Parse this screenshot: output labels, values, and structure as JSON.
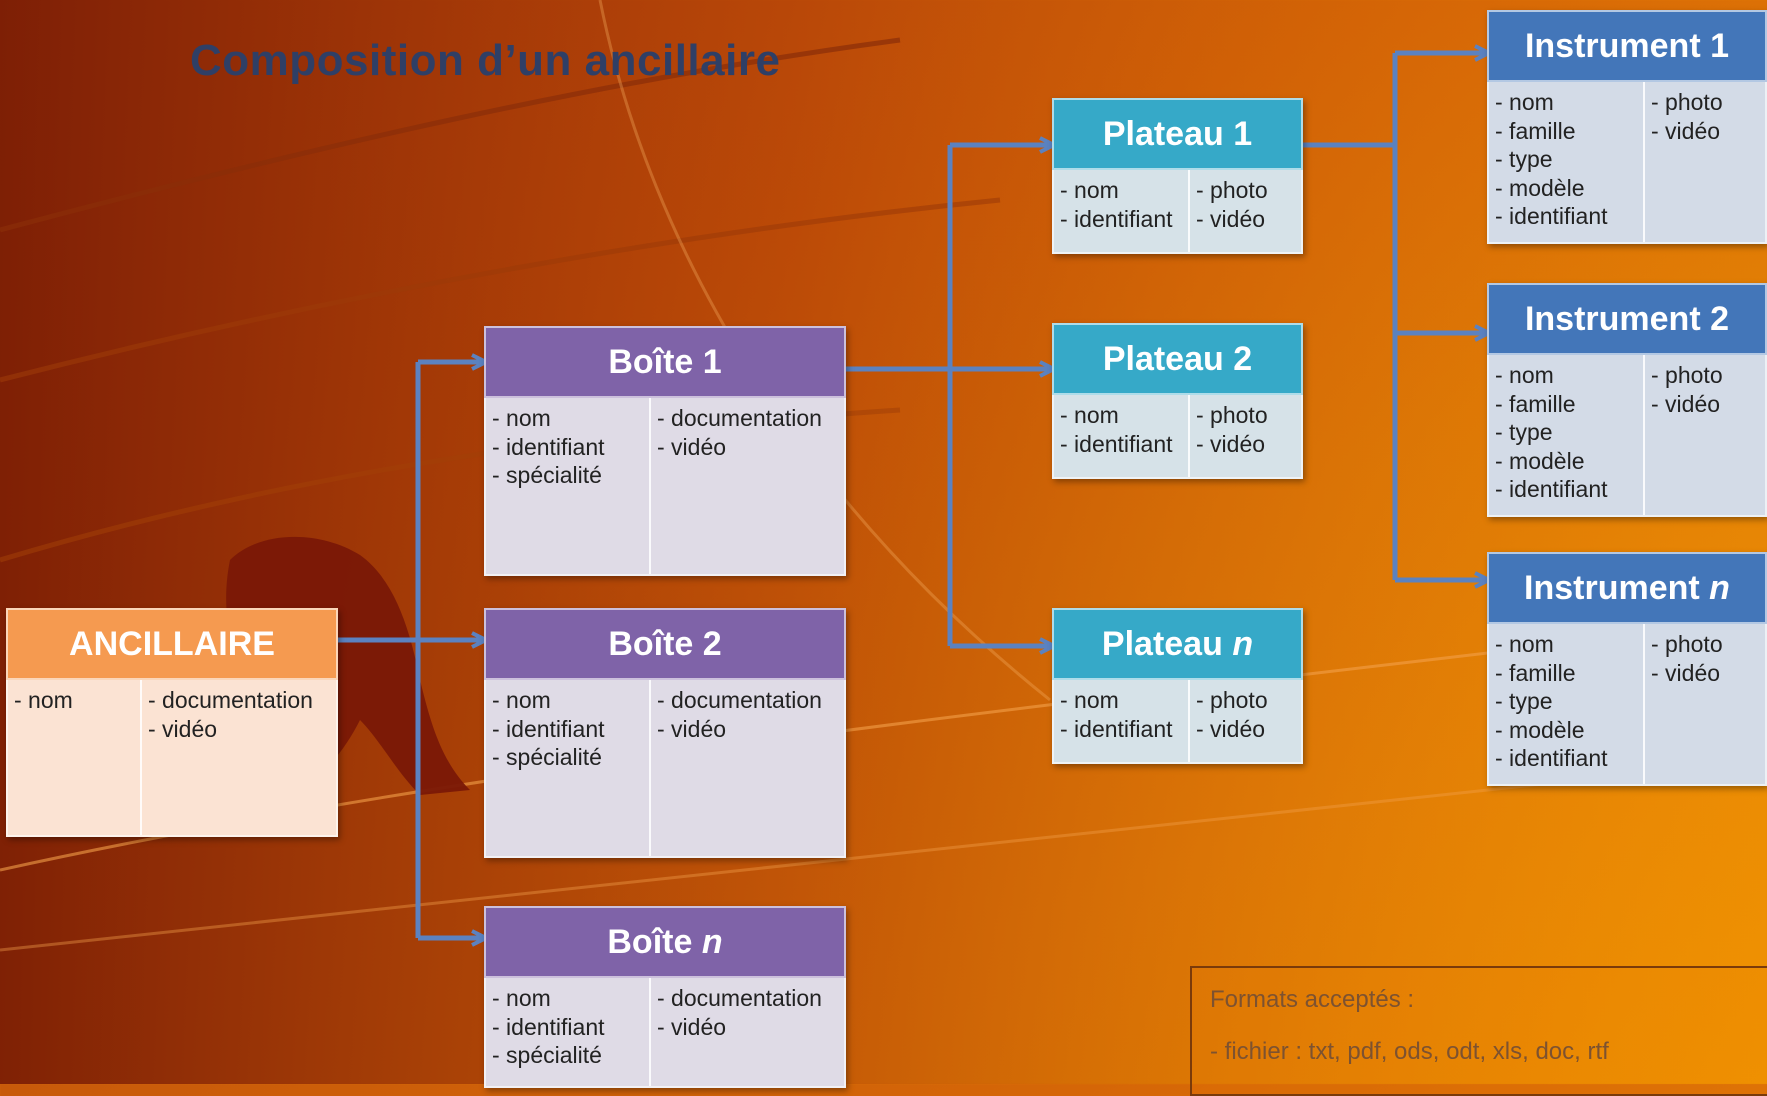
{
  "title": "Composition d’un ancillaire",
  "ancillaire": {
    "header": "ANCILLAIRE",
    "left": [
      "- nom"
    ],
    "right": [
      "- documentation",
      "- vidéo"
    ]
  },
  "boites": [
    {
      "name": "Boîte",
      "num": "1",
      "italic": false,
      "left": [
        "- nom",
        "- identifiant",
        "- spécialité"
      ],
      "right": [
        "- documentation",
        "- vidéo"
      ]
    },
    {
      "name": "Boîte",
      "num": "2",
      "italic": false,
      "left": [
        "- nom",
        "- identifiant",
        "- spécialité"
      ],
      "right": [
        "- documentation",
        "- vidéo"
      ]
    },
    {
      "name": "Boîte",
      "num": "n",
      "italic": true,
      "left": [
        "- nom",
        "- identifiant",
        "- spécialité"
      ],
      "right": [
        "- documentation",
        "- vidéo"
      ]
    }
  ],
  "plateaux": [
    {
      "name": "Plateau",
      "num": "1",
      "italic": false,
      "left": [
        "- nom",
        "- identifiant"
      ],
      "right": [
        "- photo",
        "- vidéo"
      ]
    },
    {
      "name": "Plateau",
      "num": "2",
      "italic": false,
      "left": [
        "- nom",
        "- identifiant"
      ],
      "right": [
        "- photo",
        "- vidéo"
      ]
    },
    {
      "name": "Plateau",
      "num": "n",
      "italic": true,
      "left": [
        "- nom",
        "- identifiant"
      ],
      "right": [
        "- photo",
        "- vidéo"
      ]
    }
  ],
  "instruments": [
    {
      "name": "Instrument",
      "num": "1",
      "italic": false,
      "left": [
        "- nom",
        "- famille",
        "- type",
        "- modèle",
        "- identifiant"
      ],
      "right": [
        "- photo",
        "- vidéo"
      ]
    },
    {
      "name": "Instrument",
      "num": "2",
      "italic": false,
      "left": [
        "- nom",
        "- famille",
        "- type",
        "- modèle",
        "- identifiant"
      ],
      "right": [
        "- photo",
        "- vidéo"
      ]
    },
    {
      "name": "Instrument",
      "num": "n",
      "italic": true,
      "left": [
        "- nom",
        "- famille",
        "- type",
        "- modèle",
        "- identifiant"
      ],
      "right": [
        "- photo",
        "- vidéo"
      ]
    }
  ],
  "formats": {
    "heading": "Formats acceptés :",
    "line1": "- fichier : txt, pdf, ods, odt, xls, doc, rtf"
  },
  "colors": {
    "arrow": "#5b82c0",
    "purple": "#7f63a8",
    "teal": "#36a9c8",
    "blue": "#4376b9",
    "orange": "#f59a50"
  }
}
